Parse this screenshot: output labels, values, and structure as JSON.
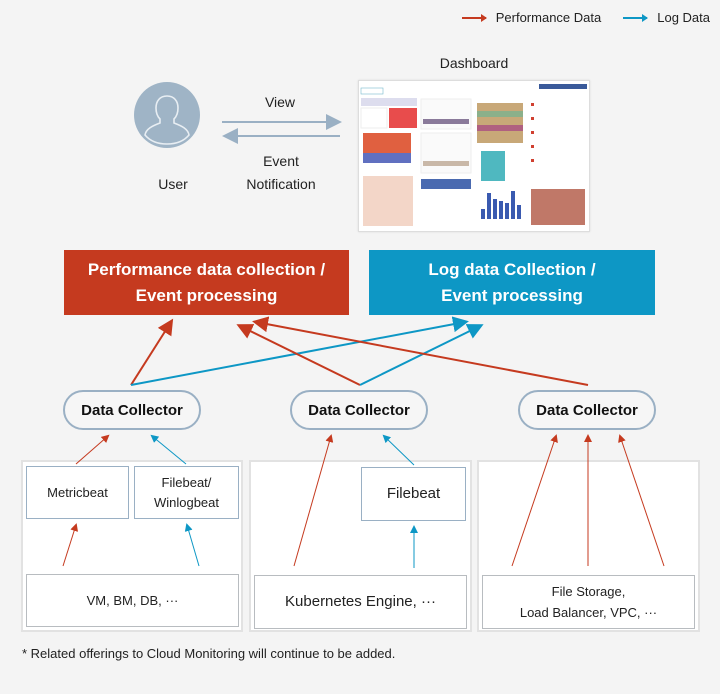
{
  "legend": {
    "items": [
      {
        "label": "Performance Data",
        "color": "#c53a1f"
      },
      {
        "label": "Log Data",
        "color": "#0d97c5"
      }
    ]
  },
  "user_section": {
    "user_label": "User",
    "user_icon": "user-avatar-icon",
    "view_label": "View",
    "event_notification_label": "Event\nNotification",
    "dashboard_title": "Dashboard"
  },
  "processing": {
    "performance": {
      "label_line1": "Performance data collection /",
      "label_line2": "Event processing",
      "color": "#c53a1f"
    },
    "log": {
      "label_line1": "Log data Collection /",
      "label_line2": "Event processing",
      "color": "#0d97c5"
    }
  },
  "collectors": [
    {
      "label": "Data Collector"
    },
    {
      "label": "Data Collector"
    },
    {
      "label": "Data Collector"
    }
  ],
  "panels": [
    {
      "agents": [
        "Metricbeat",
        "Filebeat/\nWinlogbeat"
      ],
      "source": "VM, BM, DB, ···"
    },
    {
      "agents": [
        "Filebeat"
      ],
      "source": "Kubernetes Engine, ···"
    },
    {
      "agents": [],
      "source": "File Storage,\nLoad Balancer, VPC, ···"
    }
  ],
  "footnote": "* Related offerings to Cloud Monitoring will continue to be added.",
  "colors": {
    "performance": "#c53a1f",
    "log": "#0d97c5",
    "user_arrow": "#9ab0c4",
    "collector_border": "#9ab0c4"
  }
}
